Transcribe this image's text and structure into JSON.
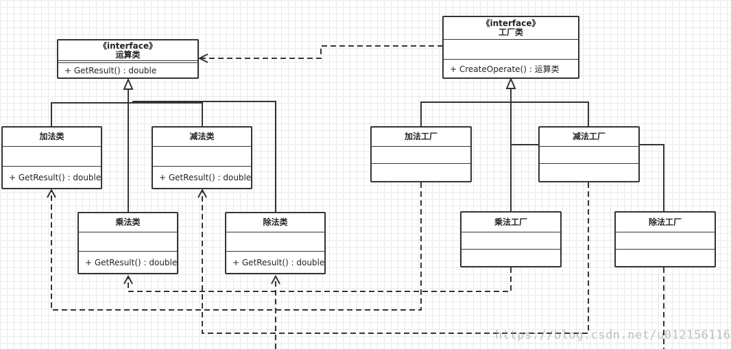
{
  "stereotype": "《interface》",
  "operation_iface": {
    "name": "运算类",
    "op": "+ GetResult() : double"
  },
  "factory_iface": {
    "name": "工厂类",
    "op": "+ CreateOperate() : 运算类"
  },
  "ops": {
    "add": {
      "name": "加法类",
      "op": "+ GetResult() : double"
    },
    "sub": {
      "name": "减法类",
      "op": "+ GetResult() : double"
    },
    "mul": {
      "name": "乘法类",
      "op": "+ GetResult() : double"
    },
    "div": {
      "name": "除法类",
      "op": "+ GetResult() : double"
    }
  },
  "factories": {
    "add": {
      "name": "加法工厂"
    },
    "sub": {
      "name": "减法工厂"
    },
    "mul": {
      "name": "乘法工厂"
    },
    "div": {
      "name": "除法工厂"
    }
  },
  "watermark": "https://blog.csdn.net/u012156116"
}
